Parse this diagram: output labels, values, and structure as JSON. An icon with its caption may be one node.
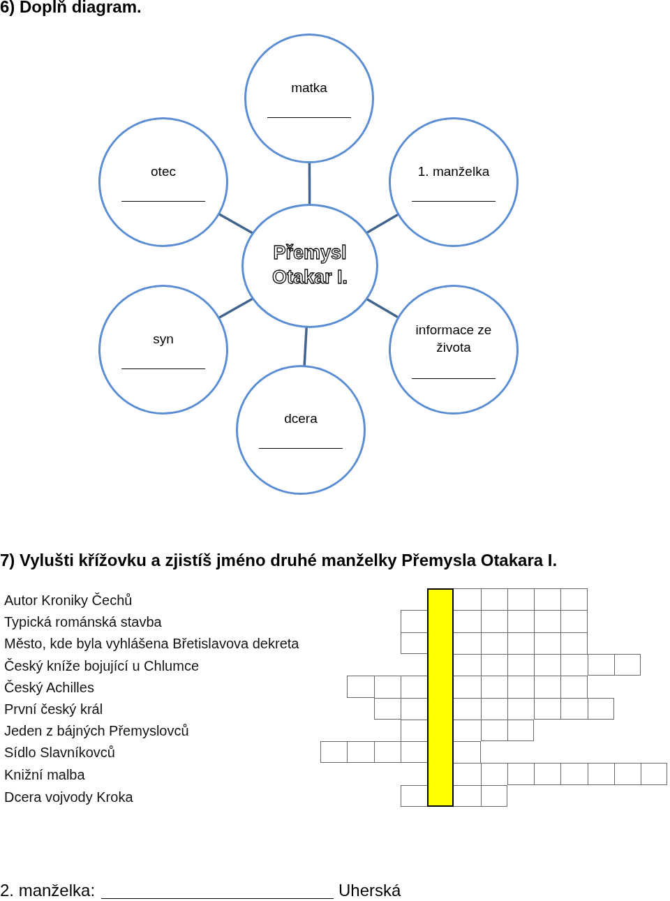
{
  "diagram": {
    "title": "6) Doplň diagram.",
    "nodes": [
      {
        "text": [
          "matka"
        ]
      },
      {
        "text": [
          "otec"
        ]
      },
      {
        "text": [
          "1. manželka"
        ]
      },
      {
        "text": [
          "Přemysl Otakar I."
        ]
      },
      {
        "text": [
          "syn"
        ]
      },
      {
        "text": [
          "informace ze života"
        ]
      },
      {
        "text": [
          "dcera"
        ]
      }
    ],
    "edges": [
      {
        "from": 3,
        "to": 0,
        "arrow": "none"
      },
      {
        "from": 3,
        "to": 1,
        "arrow": "none"
      },
      {
        "from": 3,
        "to": 2,
        "arrow": "none"
      },
      {
        "from": 3,
        "to": 4,
        "arrow": "none"
      },
      {
        "from": 3,
        "to": 5,
        "arrow": "none"
      },
      {
        "from": 3,
        "to": 6,
        "arrow": "none"
      }
    ],
    "labels": [
      "7) Vylušti křížovku a zjistíš jméno druhé manželky Přemysla Otakara I.",
      "Autor Kroniky Čechů",
      "Typická románská stavba",
      "Město, kde byla vyhlášena Břetislavova dekreta",
      "Český kníže bojující u Chlumce",
      "Český Achilles",
      "První český král",
      "Jeden z bájných Přemyslovců",
      "Sídlo Slavníkovců",
      "Knižní malba",
      "Dcera vojvody Kroka",
      "2. manželka:",
      "Uherská"
    ]
  }
}
